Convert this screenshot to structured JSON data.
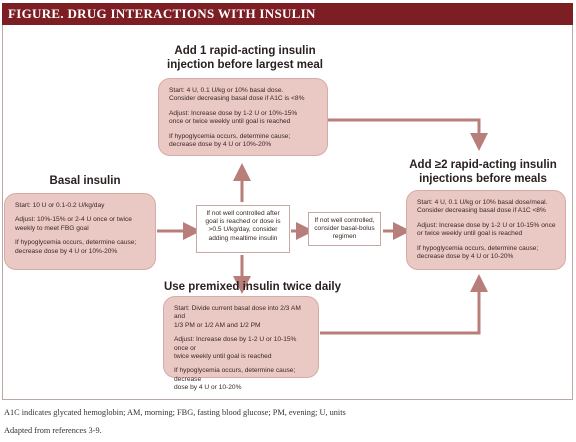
{
  "title": "FIGURE. DRUG INTERACTIONS WITH INSULIN",
  "top": {
    "heading_line1": "Add 1 rapid-acting insulin",
    "heading_line2": "injection before largest meal",
    "start_line1": "Start: 4 U, 0.1 U/kg or 10% basal dose.",
    "start_line2": "Consider decreasing basal dose if A1C is <8%",
    "adjust_line1": "Adjust: Increase dose by 1-2 U or 10%-15%",
    "adjust_line2": "once or twice weekly until goal is reached",
    "hypo_line1": "If hypoglycemia occurs, determine cause;",
    "hypo_line2": "decrease dose by 4 U or 10%-20%"
  },
  "basal": {
    "heading": "Basal insulin",
    "start": "Start: 10 U or 0.1-0.2 U/kg/day",
    "adjust_line1": "Adjust: 10%-15% or 2-4 U once or twice",
    "adjust_line2": "weekly to meet FBG goal",
    "hypo_line1": "If hypoglycemia occurs, determine cause;",
    "hypo_line2": "decrease dose by 4 U or 10%-20%"
  },
  "center": {
    "line1": "If not well controlled after",
    "line2": "goal is reached or dose is",
    "line3": ">0.5 U/kg/day, consider",
    "line4": "adding mealtime insulin"
  },
  "mid_small": {
    "line1": "If not well controlled,",
    "line2": "consider basal-bolus",
    "line3": "regimen"
  },
  "right": {
    "heading_line1": "Add ≥2 rapid-acting insulin",
    "heading_line2": "injections before meals",
    "start_line1": "Start: 4 U, 0.1 U/kg or 10% basal dose/meal.",
    "start_line2": "Consider decreasing basal dose if A1C <8%",
    "adjust_line1": "Adjust: Increase dose by 1-2 U or 10-15% once",
    "adjust_line2": "or twice weekly until goal is reached",
    "hypo_line1": "If hypoglycemia occurs, determine cause;",
    "hypo_line2": "decrease dose by 4 U or 10-20%"
  },
  "bottom": {
    "heading": "Use premixed insulin twice daily",
    "start_line1": "Start: Divide current basal dose into 2/3 AM and",
    "start_line2": "1/3 PM or 1/2 AM and 1/2 PM",
    "adjust_line1": "Adjust: Increase dose by 1-2 U or 10-15% once or",
    "adjust_line2": "twice weekly until goal is reached",
    "hypo_line1": "If hypoglycemia occurs, determine cause; decrease",
    "hypo_line2": "dose by 4 U or 10-20%"
  },
  "footnote1": "A1C indicates glycated hemoglobin; AM, morning; FBG, fasting blood glucose; PM, evening; U, units",
  "footnote2": "Adapted from references 3-9.",
  "colors": {
    "title_bar": "#7d1e24",
    "box_fill": "#eac8c4",
    "arrow": "#b87f7a"
  }
}
